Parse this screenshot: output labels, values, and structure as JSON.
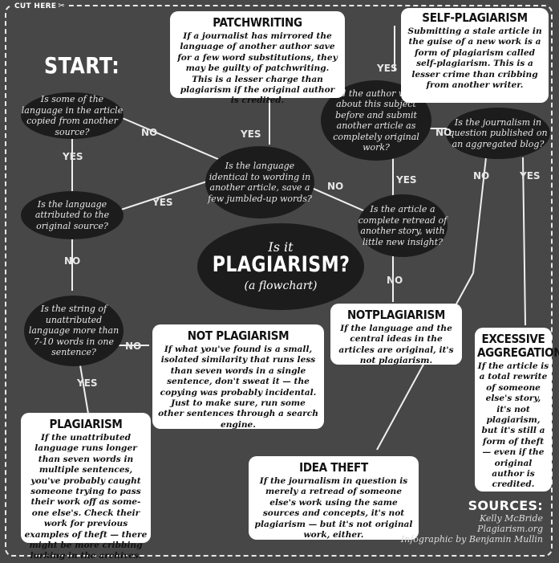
{
  "cut_here": "CUT HERE",
  "scissors": "✂",
  "start": "START:",
  "title": {
    "line1": "Is it",
    "line2": "PLAGIARISM?",
    "line3": "(a flowchart)"
  },
  "questions": {
    "q1": "Is some of the language in the article copied from another source?",
    "q2": "Is the language identical to wording in another article, save a few jumbled-up words?",
    "q3": "Is the language attributed to the original source?",
    "q4": "Is the string of unattributed language more than 7-10 words in one sentence?",
    "q5": "Did the author write about this subject before and submit another article as completely original work?",
    "q6": "Is the journalism in question published on an aggregated blog?",
    "q7": "Is the article a complete retread of another story, with little new insight?"
  },
  "results": {
    "patchwriting": {
      "title": "PATCHWRITING",
      "text": "If a journalist has mirrored the language of another author save for a few word substitutions, they may be guilty of patchwriting. This is a lesser charge than plagiarism if the original author is credited."
    },
    "self_plagiarism": {
      "title": "SELF-PLAGIARISM",
      "text": "Submitting a stale article in the guise of a new work is a form of plagiarism called self-plagiarism. This is a lesser crime than cribbing from another writer."
    },
    "not_plagiarism_a": {
      "title": "NOTPLAGIARISM",
      "text": "If the language and the central ideas in the articles are original, it's not plagiarism."
    },
    "not_plagiarism_b": {
      "title": "NOT PLAGIARISM",
      "text": "If what you've found is a small, isolated similarity that runs less than seven words in a single sentence, don't sweat it — the copying was probably incidental. Just to make sure, run some other sentences through a search engine."
    },
    "plagiarism": {
      "title": "PLAGIARISM",
      "text": "If the unattributed language runs longer than seven words in multiple sentences, you've probably caught someone trying to pass their work off as some-one else's. Check their work for previous examples of theft — there might be more cribbing lurking in the archives."
    },
    "excessive": {
      "title_1": "EXCESSIVE",
      "title_2": "AGGREGATION",
      "text": "If the article is a total rewrite of someone else's story, it's not plagiarism, but it's still a form of theft — even if the original author is credited."
    },
    "idea_theft": {
      "title": "IDEA THEFT",
      "text": "If the journalism in question is merely a retread of someone else's work using the same sources and concepts, it's not plagiarism — but it's not original work, either."
    }
  },
  "labels": {
    "yes": "YES",
    "no": "NO"
  },
  "sources": {
    "heading": "SOURCES:",
    "items": [
      "Kelly McBride",
      "Plagiarism.org",
      "Infographic by Benjamin Mullin"
    ]
  }
}
